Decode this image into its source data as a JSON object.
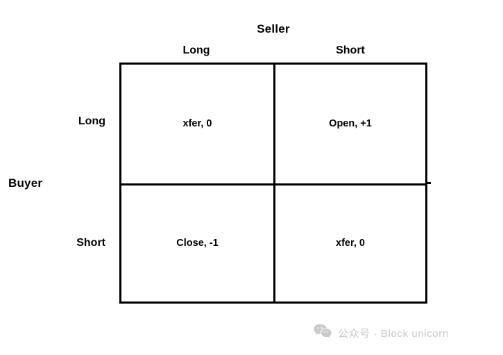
{
  "matrix": {
    "column_axis_label": "Seller",
    "row_axis_label": "Buyer",
    "column_headers": [
      "Long",
      "Short"
    ],
    "row_headers": [
      "Long",
      "Short"
    ],
    "cells": [
      [
        {
          "action": "xfer, 0"
        },
        {
          "action": "Open, +1"
        }
      ],
      [
        {
          "action": "Close, -1"
        },
        {
          "action": "xfer, 0"
        }
      ]
    ]
  },
  "watermark": {
    "icon": "wechat-icon",
    "text": "公众号 · Block unicorn",
    "color": "#c9c9c9"
  },
  "colors": {
    "background": "#ffffff",
    "line": "#000000",
    "text": "#000000",
    "watermark": "#c9c9c9"
  }
}
